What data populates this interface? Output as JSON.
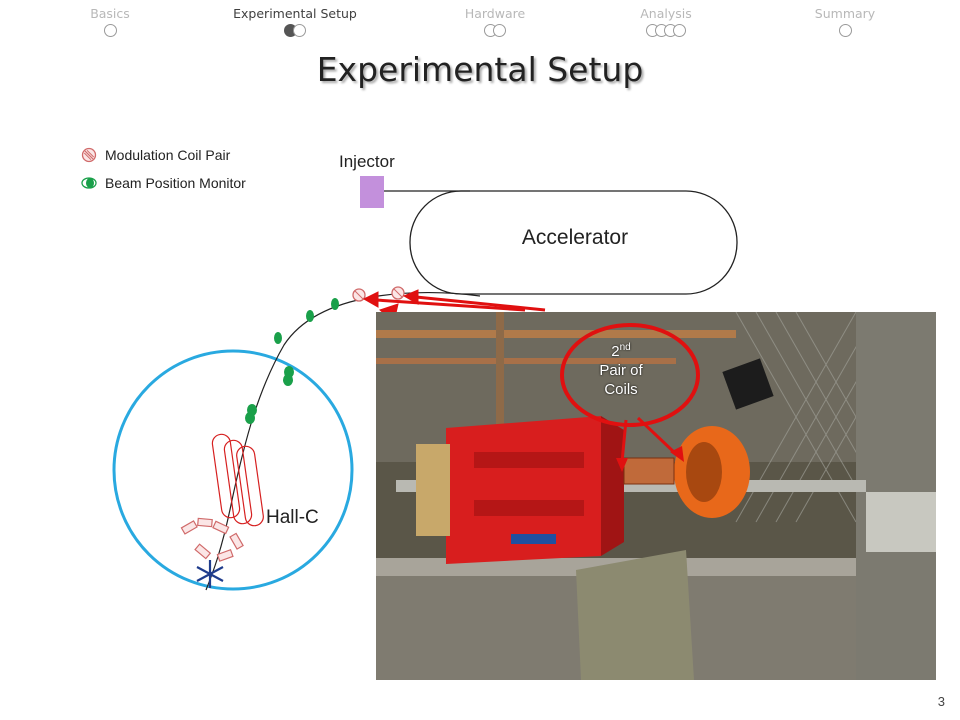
{
  "nav": {
    "items": [
      {
        "label": "Basics",
        "dots": 1,
        "active": false
      },
      {
        "label": "Experimental Setup",
        "dots": 2,
        "active": true
      },
      {
        "label": "Hardware",
        "dots": 2,
        "active": false
      },
      {
        "label": "Analysis",
        "dots": 4,
        "active": false
      },
      {
        "label": "Summary",
        "dots": 1,
        "active": false
      }
    ]
  },
  "title": "Experimental Setup",
  "legend": {
    "coil": "Modulation Coil Pair",
    "bpm": "Beam Position Monitor"
  },
  "diagram": {
    "injector": "Injector",
    "accelerator": "Accelerator",
    "hall": "Hall-C"
  },
  "callout": {
    "ordinal": "2",
    "sup": "nd",
    "line2": "Pair of",
    "line3": "Coils"
  },
  "page_number": "3",
  "colors": {
    "injector": "#c390dc",
    "hall_ring": "#29a9e0",
    "arrow_red": "#e01010",
    "bpm_green": "#1aa04a",
    "coil_pink": "#d98080",
    "magnet_red": "#d81e1e",
    "orange_coil": "#e8681a"
  }
}
